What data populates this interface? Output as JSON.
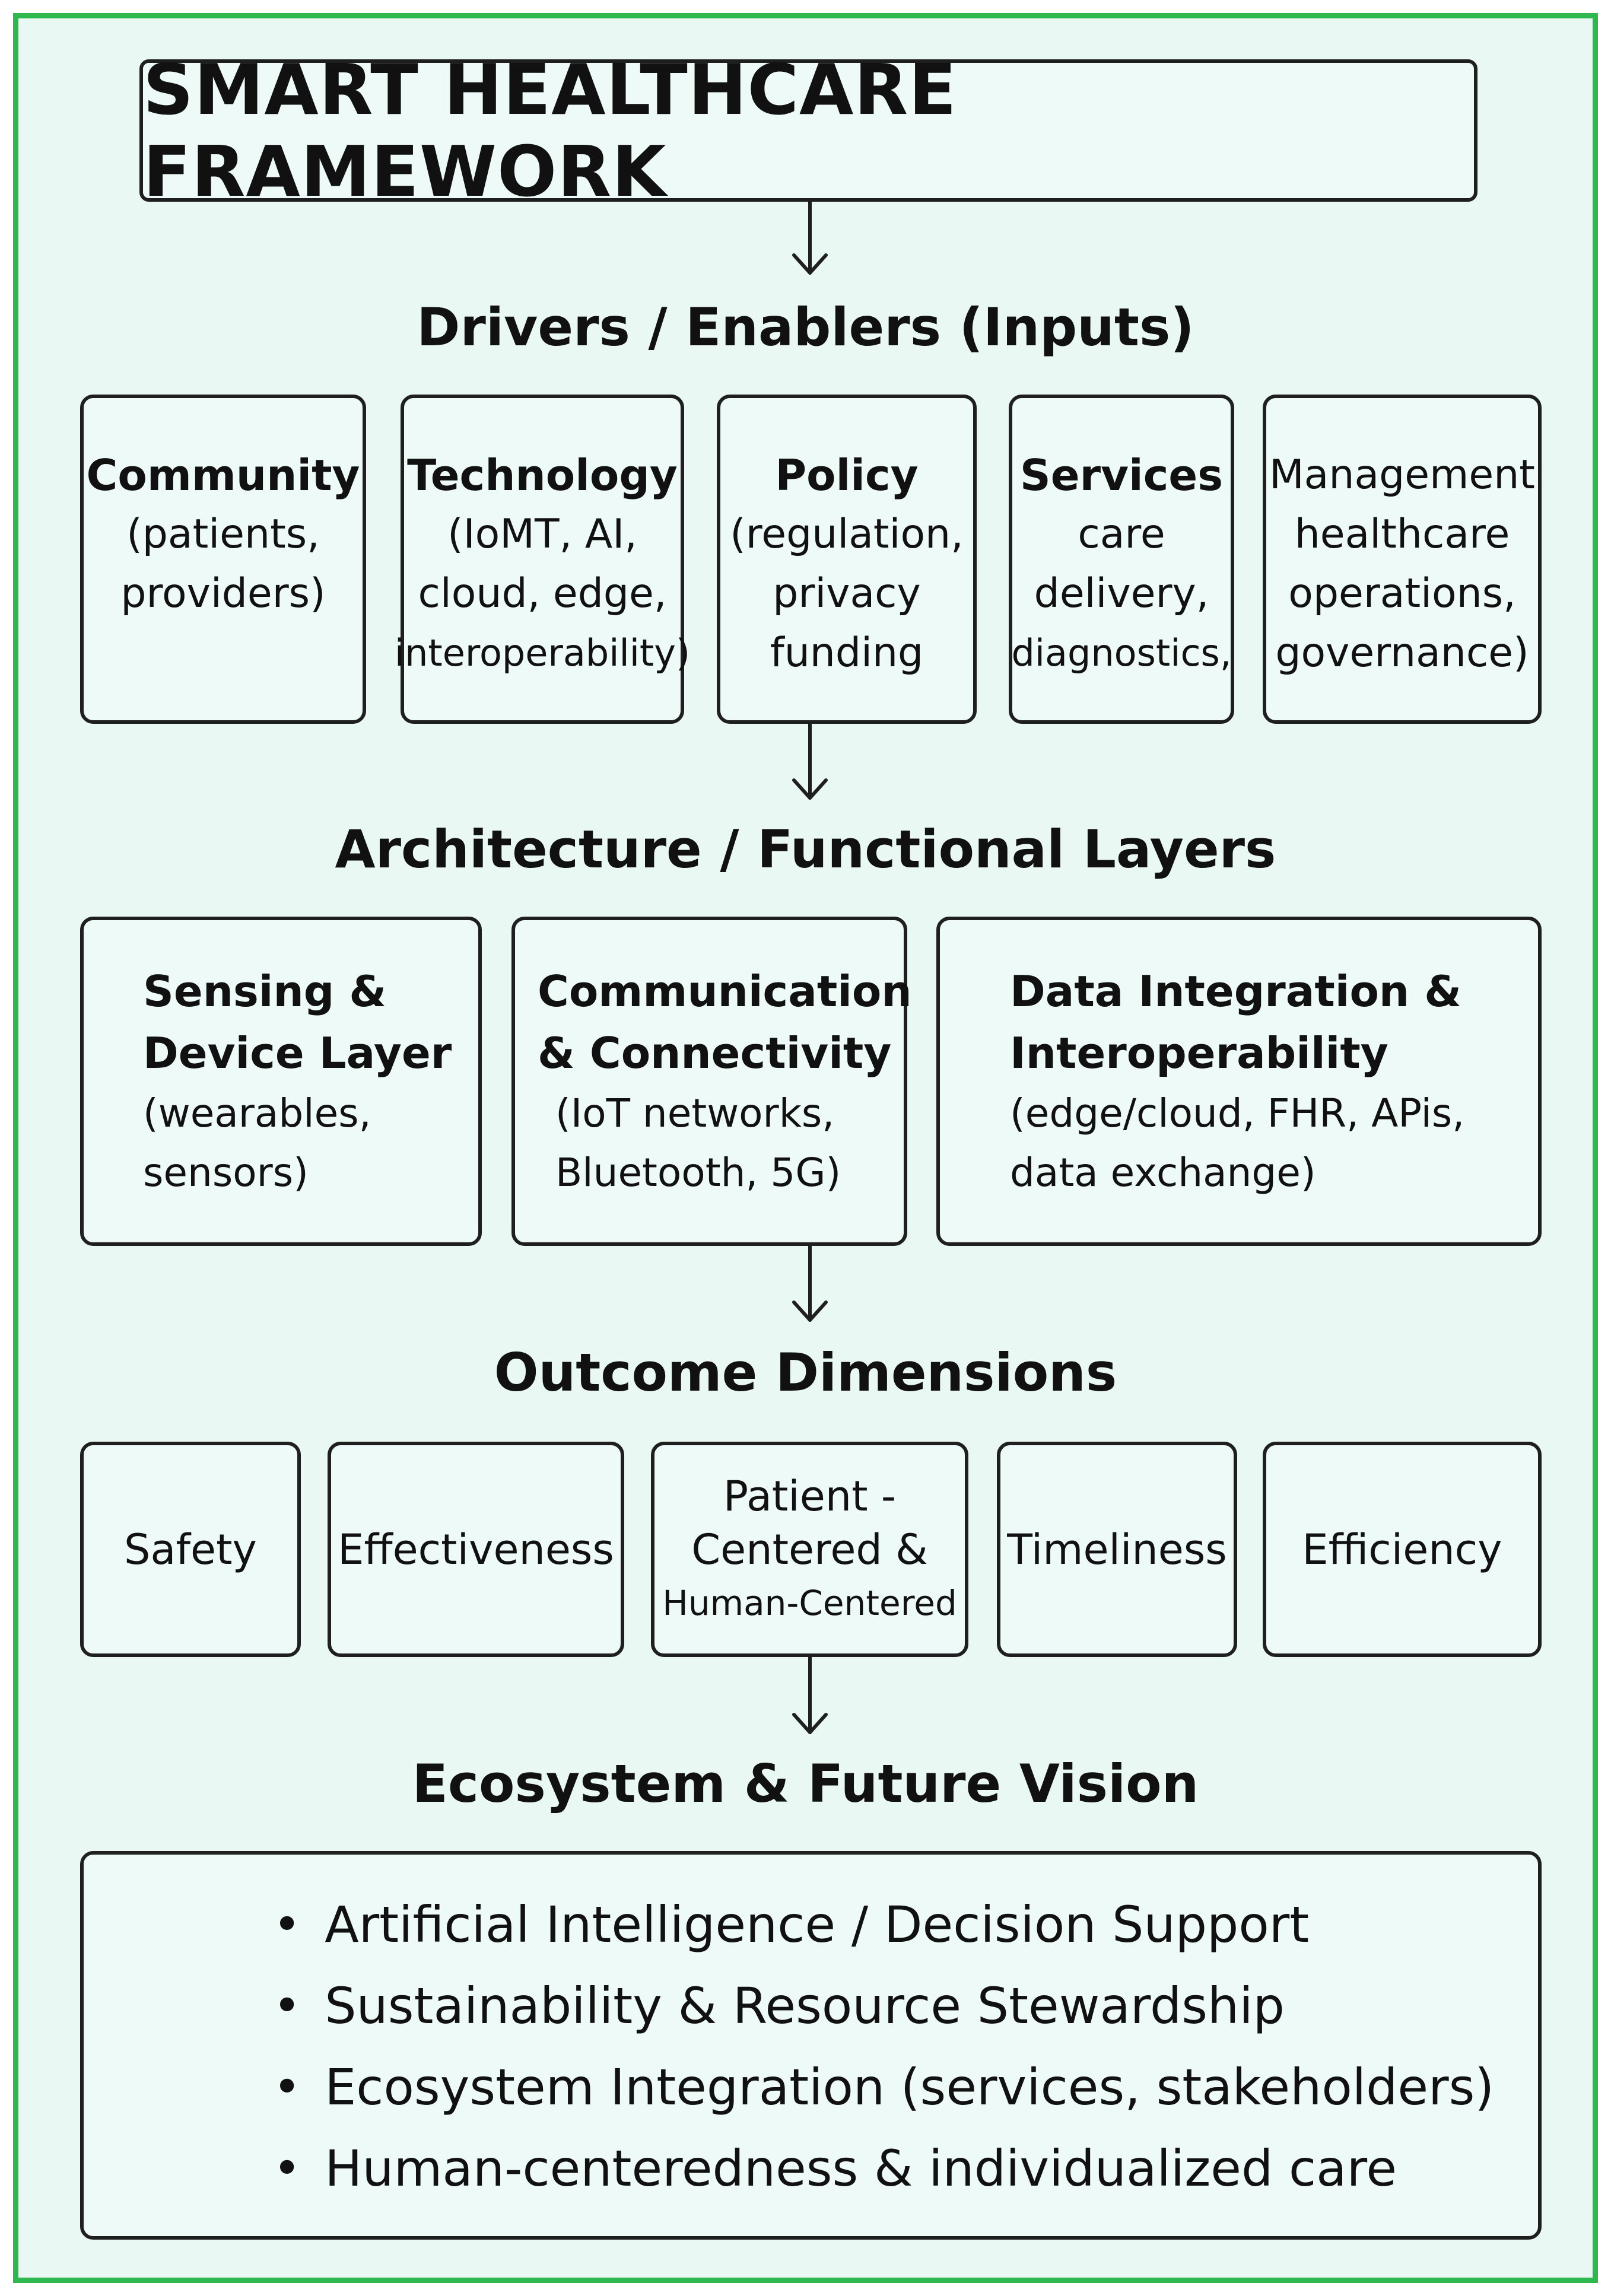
{
  "title": "SMART HEALTHCARE FRAMEWORK",
  "sections": {
    "drivers": {
      "heading": "Drivers / Enablers (Inputs)",
      "items": [
        {
          "title": "Community",
          "lines": [
            "(patients,",
            "providers)"
          ]
        },
        {
          "title": "Technology",
          "lines": [
            "(IoMT, AI,",
            "cloud, edge,",
            "interoperability)"
          ]
        },
        {
          "title": "Policy",
          "lines": [
            "(regulation,",
            "privacy",
            "funding"
          ]
        },
        {
          "title": "Services",
          "lines": [
            "care",
            "delivery,",
            "diagnostics,"
          ]
        },
        {
          "title": "Management",
          "lines": [
            "healthcare",
            "operations,",
            "governance)"
          ]
        }
      ]
    },
    "architecture": {
      "heading": "Architecture / Functional Layers",
      "items": [
        {
          "title_lines": [
            "Sensing &",
            "Device Layer"
          ],
          "lines": [
            "(wearables,",
            "sensors)"
          ]
        },
        {
          "title_lines": [
            "Communication",
            "& Connectivity"
          ],
          "lines": [
            "(IoT networks,",
            "Bluetooth, 5G)"
          ]
        },
        {
          "title_lines": [
            "Data Integration &",
            "Interoperability"
          ],
          "lines": [
            "(edge/cloud, FHR, APis,",
            "data exchange)"
          ]
        }
      ]
    },
    "outcomes": {
      "heading": "Outcome Dimensions",
      "items": [
        {
          "lines": [
            "Safety"
          ]
        },
        {
          "lines": [
            "Effectiveness"
          ]
        },
        {
          "lines": [
            "Patient -",
            "Centered &",
            "Human-Centered"
          ]
        },
        {
          "lines": [
            "Timeliness"
          ]
        },
        {
          "lines": [
            "Efficiency"
          ]
        }
      ]
    },
    "ecosystem": {
      "heading": "Ecosystem & Future Vision",
      "bullet_symbol": "•",
      "bullets": [
        "Artificial Intelligence / Decision Support",
        "Sustainability & Resource Stewardship",
        "Ecosystem Integration (services, stakeholders)",
        "Human-centeredness & individualized care"
      ]
    }
  },
  "colors": {
    "border_accent": "#2fb84f",
    "background": "#eaf8f4",
    "box_fill": "#eefaf7",
    "stroke": "#1f1f1f"
  }
}
